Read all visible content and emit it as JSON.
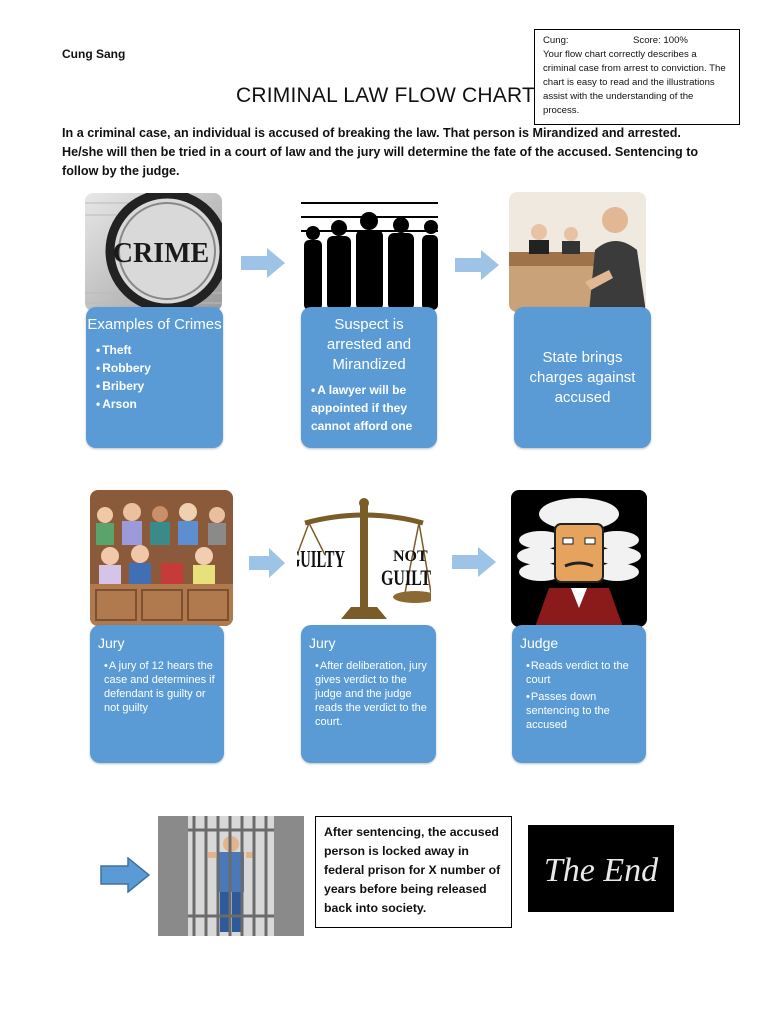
{
  "author": "Cung Sang",
  "title": "CRIMINAL LAW FLOW CHART",
  "intro": "In a criminal case, an individual is accused of breaking the law.  That person is Mirandized and arrested.  He/she will then be tried in a court of law and the jury will determine the fate of the accused.  Sentencing to follow by the judge.",
  "grade": {
    "name": "Cung:",
    "score": "Score:  100%",
    "comment": "Your flow chart correctly describes a criminal case from arrest to conviction. The chart is easy to read and the illustrations assist with the understanding of the process."
  },
  "row1": [
    {
      "heading": "Examples of Crimes",
      "bullets": [
        "Theft",
        "Robbery",
        "Bribery",
        "Arson"
      ]
    },
    {
      "heading": "Suspect is arrested and Mirandized",
      "bullets": [
        "A lawyer will be appointed if they cannot afford one"
      ]
    },
    {
      "heading": "State brings charges against accused",
      "bullets": []
    }
  ],
  "row2": [
    {
      "heading": "Jury",
      "bullets": [
        "A jury of 12 hears the case and determines if defendant is guilty or not guilty"
      ]
    },
    {
      "heading": "Jury",
      "bullets": [
        "After deliberation, jury gives verdict to the judge and the judge reads the verdict to the court."
      ]
    },
    {
      "heading": "Judge",
      "bullets": [
        "Reads verdict to the court",
        "Passes down sentencing to the accused"
      ]
    }
  ],
  "images": {
    "crime_word": "CRIME",
    "guilty_word": "GUILTY",
    "not_word": "NOT",
    "guilt_word": "GUILT",
    "the_end": "The End"
  },
  "final_text": "After sentencing, the accused person is locked away in federal prison for X number of years before being released back into society.",
  "colors": {
    "card": "#5b9bd5",
    "arrow": "#9dc3e6",
    "arrow_dark": "#5b9bd5"
  }
}
